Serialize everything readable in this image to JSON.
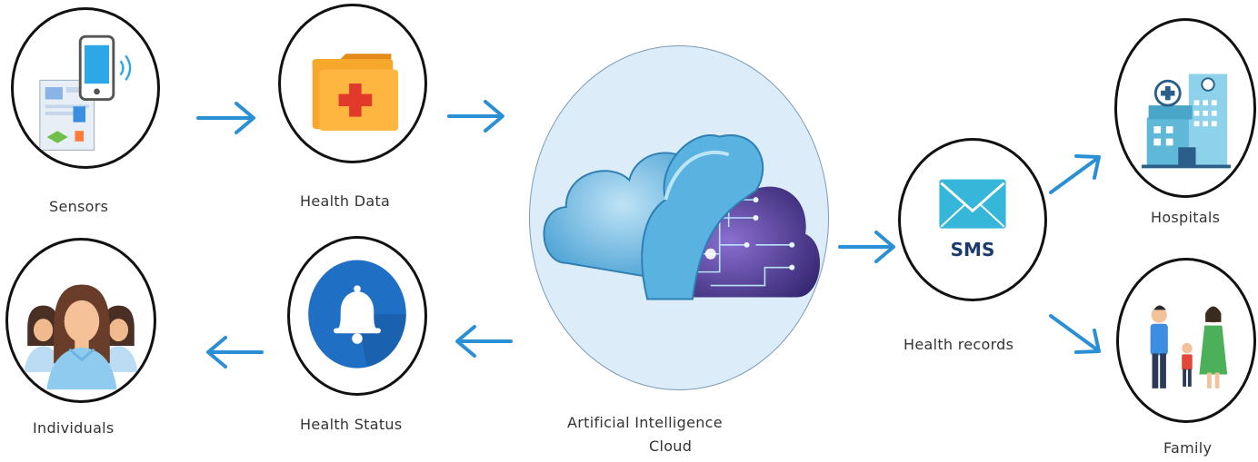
{
  "nodes": {
    "sensors": {
      "label": "Sensors"
    },
    "health_data": {
      "label": "Health Data"
    },
    "ai_cloud": {
      "label_line1": "Artificial Intelligence",
      "label_line2": "Cloud"
    },
    "sms": {
      "badge": "SMS",
      "label": "Health records"
    },
    "hospitals": {
      "label": "Hospitals"
    },
    "family": {
      "label": "Family"
    },
    "health_status": {
      "label": "Health Status"
    },
    "individuals": {
      "label": "Individuals"
    }
  },
  "colors": {
    "arrow": "#2b8fd6",
    "cloud_blue": "#4aa7d8",
    "folder_orange": "#f4a52b",
    "bell_blue": "#1f6fc4",
    "envelope": "#36b7d9"
  }
}
